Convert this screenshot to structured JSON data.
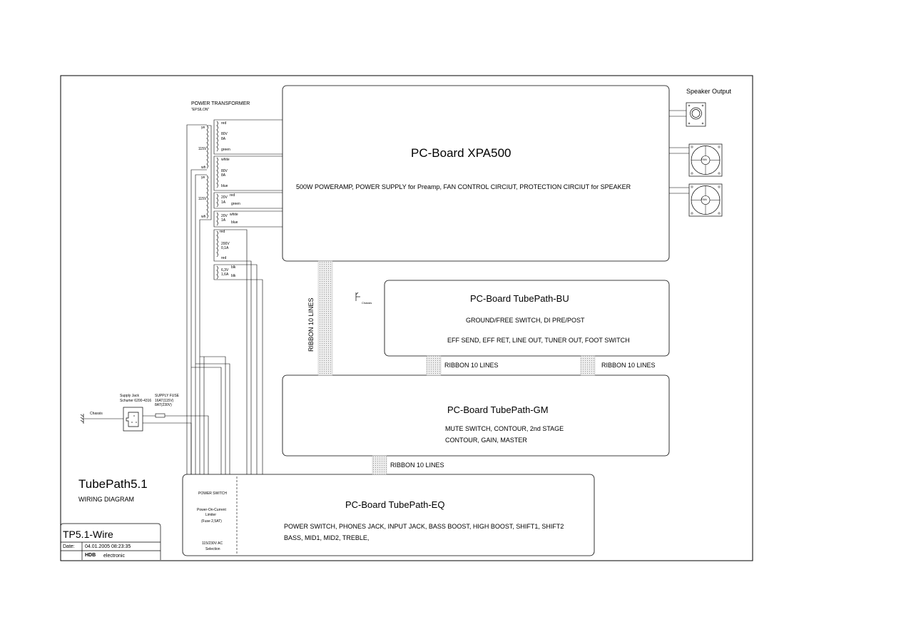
{
  "transformer": {
    "title": "POWER TRANSFORMER",
    "subtitle": "\"EPSILON\"",
    "primary1": {
      "top": "ye",
      "volt": "115V",
      "bottom": "wh"
    },
    "primary2": {
      "top": "ye",
      "volt": "115V",
      "bottom": "wh"
    },
    "secondaries": [
      {
        "top": "red",
        "volt": "80V",
        "amp": "8A",
        "bottom": "green"
      },
      {
        "top": "white",
        "volt": "80V",
        "amp": "8A",
        "bottom": "blue"
      },
      {
        "top": "red",
        "volt": "20V",
        "amp": "1A",
        "bottom": "green"
      },
      {
        "top": "white",
        "volt": "20V",
        "amp": "1A",
        "bottom": "blue"
      },
      {
        "top": "red",
        "volt": "200V",
        "amp": "0,1A",
        "bottom": "red"
      },
      {
        "top": "blk",
        "volt": "6,3V",
        "amp": "1,6A",
        "bottom": "blk"
      }
    ]
  },
  "speaker": {
    "label": "Speaker Output"
  },
  "fans": [
    {
      "label": "FAN"
    },
    {
      "label": "FAN"
    }
  ],
  "boards": {
    "xpa": {
      "title": "PC-Board XPA500",
      "desc": "500W POWERAMP, POWER SUPPLY for Preamp, FAN CONTROL CIRCIUT, PROTECTION CIRCIUT for SPEAKER"
    },
    "bu": {
      "title": "PC-Board TubePath-BU",
      "line1": "GROUND/FREE SWITCH, DI PRE/POST",
      "line2": "EFF SEND, EFF RET, LINE OUT, TUNER OUT, FOOT SWITCH",
      "chassis": "Chassis"
    },
    "gm": {
      "title": "PC-Board TubePath-GM",
      "line1": "MUTE SWITCH, CONTOUR, 2nd  STAGE",
      "line2": "CONTOUR, GAIN, MASTER"
    },
    "eq": {
      "title": "PC-Board TubePath-EQ",
      "line1": "POWER SWITCH, PHONES JACK, INPUT JACK, BASS BOOST, HIGH BOOST, SHIFT1, SHIFT2",
      "line2": "BASS, MID1, MID2, TREBLE,",
      "side1": "POWER SWITCH",
      "side2a": "Power-On-Current",
      "side2b": "Limiter",
      "side2c": "(Fuse 2,5AT)",
      "side3a": "115/230V AC",
      "side3b": "Selection"
    }
  },
  "ribbons": {
    "r1": "RIBBON 10 LINES",
    "r2": "RIBBON 10 LINES",
    "r3": "RIBBON 10 LINES",
    "r4": "RIBBON 10 LINES"
  },
  "supply": {
    "jack1": "Supply Jack",
    "jack2": "Schurter 6200-4316",
    "fuse1": "SUPPLY   FUSE",
    "fuse2": "16AT(115V)",
    "fuse3": "8AT(230V)",
    "chassis": "Chassis"
  },
  "title_block": {
    "name": "TubePath5.1",
    "sub": "WIRING DIAGRAM",
    "drawing": "TP5.1-Wire",
    "date_label": "Date:",
    "date": "04.01.2005 08:23:35",
    "company_logo": "HDB",
    "company": "electronic"
  }
}
